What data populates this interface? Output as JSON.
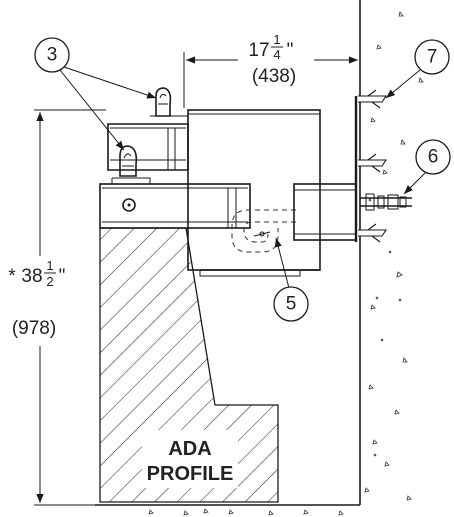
{
  "dimensions": {
    "width": {
      "whole": "17",
      "frac_num": "1",
      "frac_den": "4",
      "unit": "\"",
      "metric": "(438)"
    },
    "height": {
      "prefix": "*",
      "whole": "38",
      "frac_num": "1",
      "frac_den": "2",
      "unit": "\"",
      "metric": "(978)"
    }
  },
  "callouts": {
    "c3": "3",
    "c5": "5",
    "c6": "6",
    "c7": "7"
  },
  "profile": {
    "line1": "ADA",
    "line2": "PROFILE"
  }
}
